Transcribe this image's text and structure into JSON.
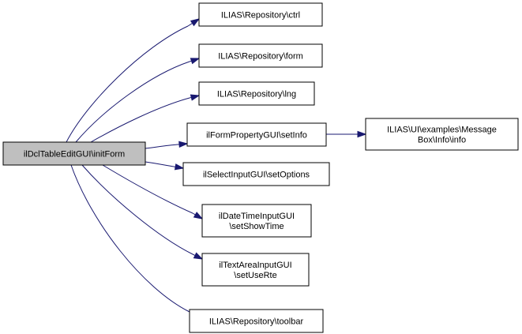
{
  "diagram": {
    "nodes": [
      {
        "id": "root",
        "label": [
          "ilDclTableEditGUI\\initForm"
        ],
        "root": true
      },
      {
        "id": "ctrl",
        "label": [
          "ILIAS\\Repository\\ctrl"
        ]
      },
      {
        "id": "form",
        "label": [
          "ILIAS\\Repository\\form"
        ]
      },
      {
        "id": "lng",
        "label": [
          "ILIAS\\Repository\\lng"
        ]
      },
      {
        "id": "setinfo",
        "label": [
          "ilFormPropertyGUI\\setInfo"
        ]
      },
      {
        "id": "msgbox",
        "label": [
          "ILIAS\\UI\\examples\\Message",
          "Box\\Info\\info"
        ]
      },
      {
        "id": "setoptions",
        "label": [
          "ilSelectInputGUI\\setOptions"
        ]
      },
      {
        "id": "setshowtime",
        "label": [
          "ilDateTimeInputGUI",
          "\\setShowTime"
        ]
      },
      {
        "id": "setuserte",
        "label": [
          "ilTextAreaInputGUI",
          "\\setUseRte"
        ]
      },
      {
        "id": "toolbar",
        "label": [
          "ILIAS\\Repository\\toolbar"
        ]
      }
    ],
    "edges": [
      {
        "from": "root",
        "to": "ctrl"
      },
      {
        "from": "root",
        "to": "form"
      },
      {
        "from": "root",
        "to": "lng"
      },
      {
        "from": "root",
        "to": "setinfo"
      },
      {
        "from": "root",
        "to": "setoptions"
      },
      {
        "from": "root",
        "to": "setshowtime"
      },
      {
        "from": "root",
        "to": "setuserte"
      },
      {
        "from": "root",
        "to": "toolbar"
      },
      {
        "from": "setinfo",
        "to": "msgbox"
      }
    ],
    "edge_color": "#191970",
    "root_fill": "#bfbfbf"
  }
}
